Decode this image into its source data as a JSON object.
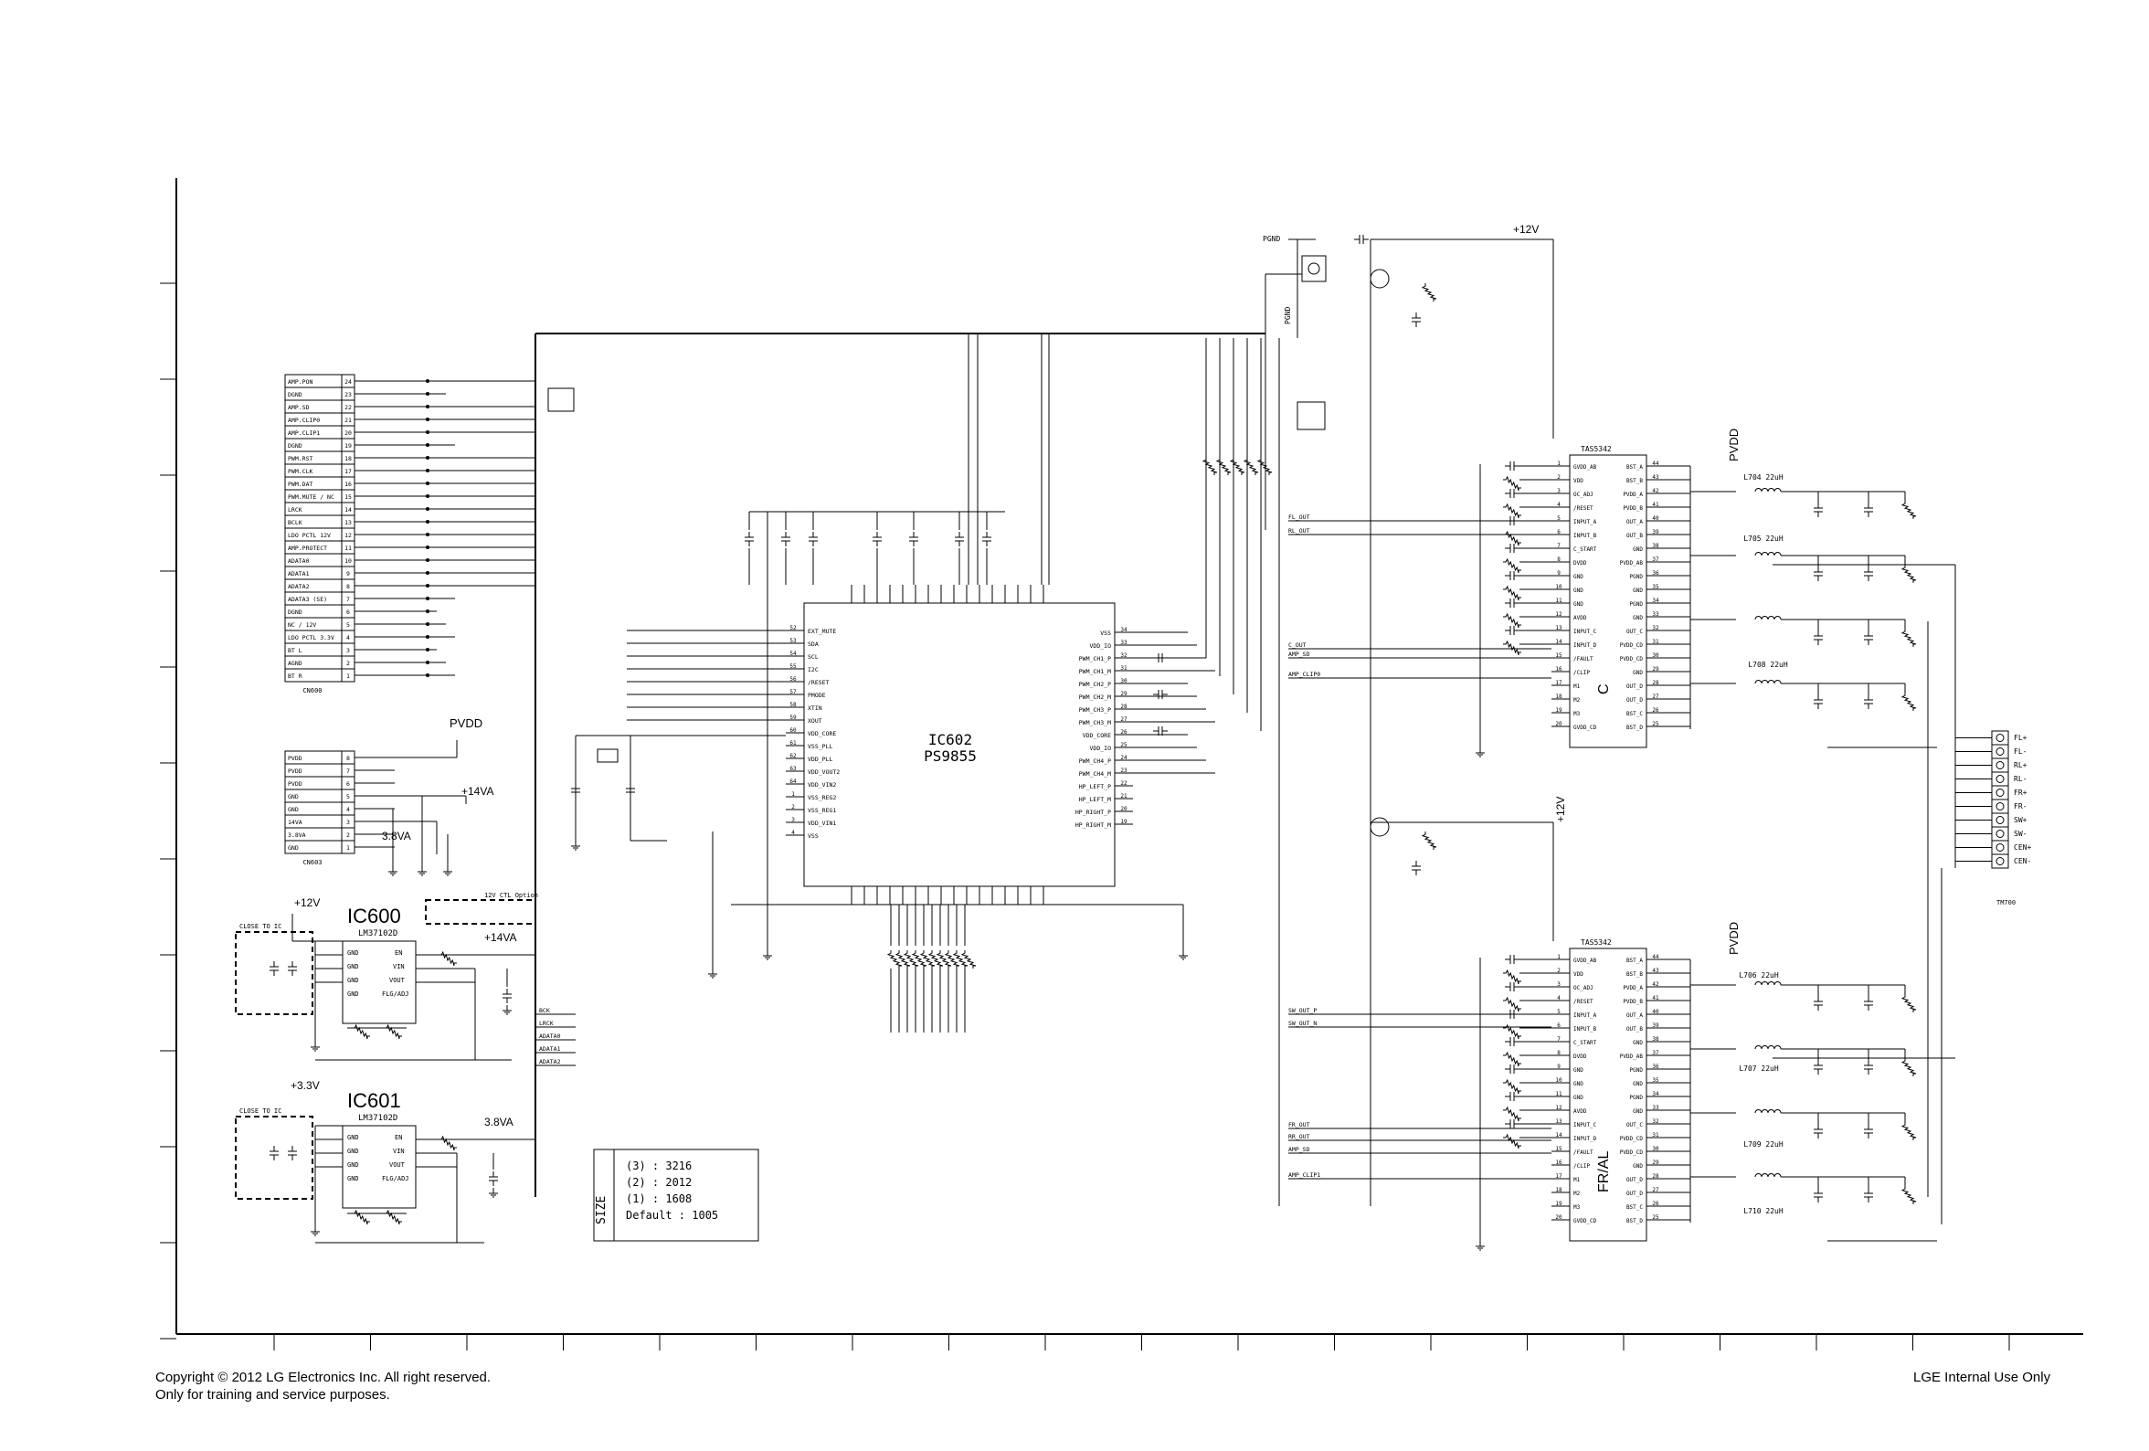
{
  "footer": {
    "copyright": "Copyright © 2012 LG Electronics Inc. All right reserved.",
    "training": "Only for training and service purposes.",
    "internal": "LGE Internal Use Only"
  },
  "ics": {
    "ic602": {
      "ref": "IC602",
      "part": "PS9855"
    },
    "ic600": {
      "ref": "IC600",
      "part": "LM37102D"
    },
    "ic601": {
      "ref": "IC601",
      "part": "LM37102D"
    },
    "ic700": {
      "ref": "C",
      "part": "TAS5342"
    },
    "ic701": {
      "ref": "FR/AL",
      "part": "TAS5342"
    }
  },
  "rails": {
    "pvdd": "PVDD",
    "v12": "+12V",
    "v14": "+14VA",
    "v33": "+3.3V",
    "v38": "3.8VA",
    "pgnd": "PGND"
  },
  "notes": {
    "close_to_ic": "CLOSE TO IC",
    "option_title": "12V CTL Option",
    "size_note": [
      "(3) : 3216",
      "(2) : 2012",
      "(1) : 1608",
      "Default : 1005"
    ],
    "size_note_side": "SIZE"
  },
  "connector_left": {
    "pins": [
      {
        "no": "24",
        "name": "AMP.PON"
      },
      {
        "no": "23",
        "name": "DGND"
      },
      {
        "no": "22",
        "name": "AMP.SD"
      },
      {
        "no": "21",
        "name": "AMP.CLIP0"
      },
      {
        "no": "20",
        "name": "AMP.CLIP1"
      },
      {
        "no": "19",
        "name": "DGND"
      },
      {
        "no": "18",
        "name": "PWM.RST"
      },
      {
        "no": "17",
        "name": "PWM.CLK"
      },
      {
        "no": "16",
        "name": "PWM.DAT"
      },
      {
        "no": "15",
        "name": "PWM.MUTE / NC"
      },
      {
        "no": "14",
        "name": "LRCK"
      },
      {
        "no": "13",
        "name": "BCLK"
      },
      {
        "no": "12",
        "name": "LDO PCTL 12V"
      },
      {
        "no": "11",
        "name": "AMP.PROTECT"
      },
      {
        "no": "10",
        "name": "ADATA0"
      },
      {
        "no": "9",
        "name": "ADATA1"
      },
      {
        "no": "8",
        "name": "ADATA2"
      },
      {
        "no": "7",
        "name": "ADATA3 (SE)"
      },
      {
        "no": "6",
        "name": "DGND"
      },
      {
        "no": "5",
        "name": "NC / 12V"
      },
      {
        "no": "4",
        "name": "LDO PCTL 3.3V"
      },
      {
        "no": "3",
        "name": "BT L"
      },
      {
        "no": "2",
        "name": "AGND"
      },
      {
        "no": "1",
        "name": "BT R"
      }
    ],
    "ref": "CN600"
  },
  "connector_power": {
    "pins": [
      {
        "no": "8",
        "name": "PVDD"
      },
      {
        "no": "7",
        "name": "PVDD"
      },
      {
        "no": "6",
        "name": "PVDD"
      },
      {
        "no": "5",
        "name": "GND"
      },
      {
        "no": "4",
        "name": "GND"
      },
      {
        "no": "3",
        "name": "14VA"
      },
      {
        "no": "2",
        "name": "3.8VA"
      },
      {
        "no": "1",
        "name": "GND"
      }
    ],
    "ref": "CN603"
  },
  "ic602_pins": {
    "left": [
      "EXT_MUTE",
      "SDA",
      "SCL",
      "I2C",
      "/RESET",
      "PMODE",
      "XTIN",
      "XOUT",
      "VDD_CORE",
      "VSS_PLL",
      "VDD_PLL",
      "VDD_VOUT2",
      "VDD_VIN2",
      "VSS_REG2",
      "VSS_REG1",
      "VDD_VIN1",
      "VSS"
    ],
    "right": [
      "VSS",
      "VDD_IO",
      "PWM_CH1_P",
      "PWM_CH1_M",
      "PWM_CH2_P",
      "PWM_CH2_M",
      "PWM_CH3_P",
      "PWM_CH3_M",
      "VDD_CORE",
      "VDD_IO",
      "PWM_CH4_P",
      "PWM_CH4_M",
      "HP_LEFT_P",
      "HP_LEFT_M",
      "HP_RIGHT_P",
      "HP_RIGHT_M"
    ],
    "left_nums": [
      "52",
      "53",
      "54",
      "55",
      "56",
      "57",
      "58",
      "59",
      "60",
      "61",
      "62",
      "63",
      "64",
      "1",
      "2",
      "3",
      "4"
    ],
    "right_nums": [
      "34",
      "33",
      "32",
      "31",
      "30",
      "29",
      "28",
      "27",
      "26",
      "25",
      "24",
      "23",
      "22",
      "21",
      "20",
      "19"
    ]
  },
  "amp_pins": {
    "left": [
      "GVDD_AB",
      "VDD",
      "OC_ADJ",
      "/RESET",
      "INPUT_A",
      "INPUT_B",
      "C_START",
      "DVDD",
      "GND",
      "GND",
      "GND",
      "AVDD",
      "INPUT_C",
      "INPUT_D",
      "/FAULT",
      "/CLIP",
      "M1",
      "M2",
      "M3",
      "GVDD_CD"
    ],
    "right": [
      "BST_A",
      "BST_B",
      "PVDD_A",
      "PVDD_B",
      "OUT_A",
      "OUT_B",
      "GND",
      "PVDD_AB",
      "PGND",
      "GND",
      "PGND",
      "GND",
      "OUT_C",
      "PVDD_CD",
      "PVDD_CD",
      "GND",
      "OUT_D",
      "OUT_D",
      "BST_C",
      "BST_D"
    ],
    "left_nums": [
      "1",
      "2",
      "3",
      "4",
      "5",
      "6",
      "7",
      "8",
      "9",
      "10",
      "11",
      "12",
      "13",
      "14",
      "15",
      "16",
      "17",
      "18",
      "19",
      "20"
    ],
    "right_nums": [
      "44",
      "43",
      "42",
      "41",
      "40",
      "39",
      "38",
      "37",
      "36",
      "35",
      "34",
      "33",
      "32",
      "31",
      "30",
      "29",
      "28",
      "27",
      "26",
      "25"
    ]
  },
  "output_connector": {
    "pins": [
      "FL+",
      "FL-",
      "RL+",
      "RL-",
      "FR+",
      "FR-",
      "SW+",
      "SW-",
      "CEN+",
      "CEN-"
    ],
    "ref": "TM700"
  },
  "net_labels": {
    "top": [
      "FL_OUT",
      "RL_OUT",
      "SW_OUT_P",
      "SW_OUT_N",
      "C_OUT",
      "FR_OUT",
      "RL_OUT",
      "AMP_PROTECT"
    ],
    "amp_inputs_top": [
      "FL_OUT",
      "RL_OUT",
      "C_OUT",
      "AMP_SD",
      "AMP_CLIP0"
    ],
    "amp_inputs_bot": [
      "SW_OUT_P",
      "SW_OUT_N",
      "FR_OUT",
      "RR_OUT",
      "AMP_SD",
      "AMP_CLIP1"
    ],
    "bus": [
      "BCK",
      "LRCK",
      "ADATA0",
      "ADATA1",
      "ADATA2"
    ],
    "pgnd_label": "PGND",
    "inductors": [
      "L704 22uH",
      "L705 22uH",
      "L708 22uH",
      "L706 22uH",
      "L707 22uH",
      "L709 22uH",
      "L710 22uH"
    ]
  }
}
